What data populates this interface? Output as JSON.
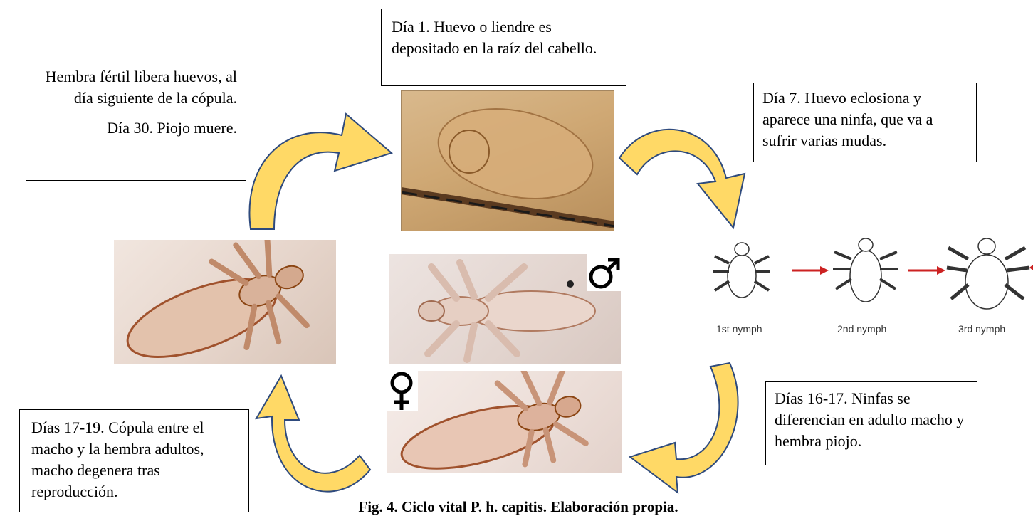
{
  "boxes": {
    "day1": "Día 1. Huevo o liendre es depositado en la raíz del cabello.",
    "day7": "Día 7. Huevo eclosiona y aparece una ninfa, que va a sufrir varias mudas.",
    "female_release": "Hembra fértil libera huevos, al día siguiente de la cópula.",
    "day30": "Día 30. Piojo muere.",
    "days16": "Días 16-17. Ninfas se diferencian en adulto macho y hembra piojo.",
    "days17": "Días 17-19. Cópula entre el macho y la hembra adultos, macho degenera tras reproducción."
  },
  "nymphs": {
    "first": "1st nymph",
    "second": "2nd nymph",
    "third": "3rd nymph"
  },
  "symbols": {
    "male": "♂",
    "female": "♀"
  },
  "caption": "Fig. 4. Ciclo vital P. h. capitis. Elaboración propia.",
  "colors": {
    "arrow_fill": "#ffd966",
    "arrow_stroke": "#2e4a7d",
    "nymph_arrow": "#cc2222"
  }
}
